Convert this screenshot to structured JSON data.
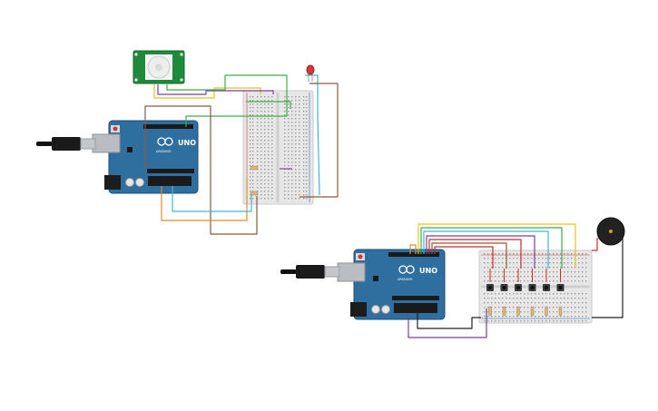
{
  "canvas": {
    "background": "#ffffff"
  },
  "colors": {
    "arduino": "#2f6f9f",
    "arduino_dark": "#1c4e73",
    "breadboard": "#e7e7e7",
    "wire_yellow": "#e8c21a",
    "wire_green": "#3fae49",
    "wire_purple": "#7b3fa0",
    "wire_blue": "#3fb6d8",
    "wire_orange": "#e38a2a",
    "wire_brown": "#8a5a3c",
    "wire_red": "#cc2b2b",
    "wire_black": "#222222",
    "pir_board": "#1f8a3a",
    "led": "#d23a3a",
    "buzzer": "#222222"
  },
  "circuit_left": {
    "arduino": {
      "brand": "UNO",
      "mark": "ARDUINO",
      "icon": "infinity-logo"
    },
    "pir_sensor": {
      "icon": "pir-dome"
    },
    "led": {
      "icon": "led"
    },
    "usb_cable": {
      "icon": "usb-plug"
    },
    "breadboard": {
      "icon": "breadboard-mini"
    }
  },
  "circuit_right": {
    "arduino": {
      "brand": "UNO",
      "mark": "ARDUINO",
      "icon": "infinity-logo"
    },
    "buzzer": {
      "icon": "piezo-buzzer"
    },
    "usb_cable": {
      "icon": "usb-plug"
    },
    "breadboard": {
      "icon": "breadboard-half"
    },
    "button_count": 6
  }
}
